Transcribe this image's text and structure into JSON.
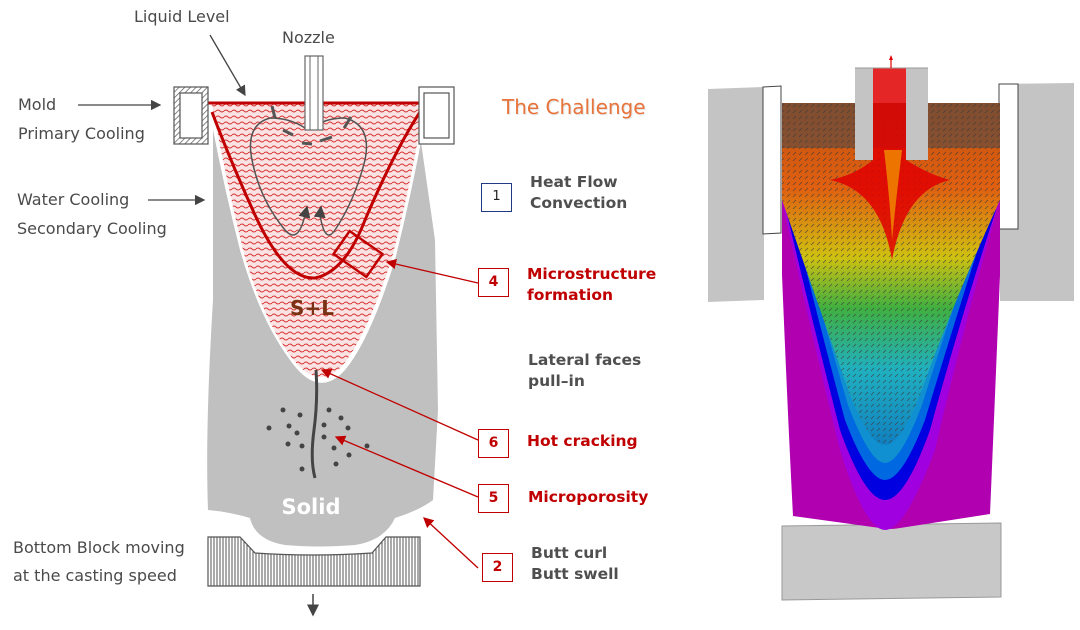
{
  "left_diagram": {
    "labels": {
      "liquid_level": "Liquid Level",
      "nozzle": "Nozzle",
      "mold_line1": "Mold",
      "mold_line2": "Primary Cooling",
      "water_line1": "Water Cooling",
      "water_line2": "Secondary Cooling",
      "bottom_line1": "Bottom Block moving",
      "bottom_line2": "at the casting speed",
      "mushy_zone": "S+L",
      "solid": "Solid"
    }
  },
  "challenge": {
    "title": "The Challenge",
    "items": [
      {
        "number": "1",
        "line1": "Heat Flow",
        "line2": "Convection",
        "color": "#4f4f4f",
        "badge_color": "#1f3a80"
      },
      {
        "number": "4",
        "line1": "Microstructure",
        "line2": "formation",
        "color": "#c00000",
        "badge_color": "#c00000"
      },
      {
        "number": "",
        "line1": "Lateral faces",
        "line2": "pull–in",
        "color": "#4f4f4f"
      },
      {
        "number": "6",
        "line1": "Hot cracking",
        "line2": "",
        "color": "#c00000",
        "badge_color": "#c00000"
      },
      {
        "number": "5",
        "line1": "Microporosity",
        "line2": "",
        "color": "#c00000",
        "badge_color": "#c00000"
      },
      {
        "number": "2",
        "line1": "Butt curl",
        "line2": "Butt swell",
        "color": "#4f4f4f",
        "badge_color": "#c00000"
      }
    ]
  },
  "simulation": {
    "description": "CFD velocity vector field colored by magnitude over temperature contour",
    "colors": {
      "hot": "#e00000",
      "warm": "#f08000",
      "mid": "#e8e000",
      "cool": "#20b040",
      "cold": "#20c0c0",
      "blue": "#0050e0",
      "solid": "#b000b0"
    }
  },
  "colors": {
    "accent_red": "#c00000",
    "title_orange": "#e8743b",
    "solid_gray": "#c0c0c0",
    "text_gray": "#4a4a4a"
  }
}
